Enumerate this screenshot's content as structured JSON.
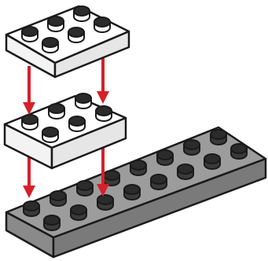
{
  "diagram": {
    "description_visible_text": "",
    "pieces": [
      {
        "name": "white-plate-2x3-top",
        "color": "white",
        "studs_rows": 2,
        "studs_cols": 3
      },
      {
        "name": "white-plate-2x3-middle",
        "color": "white",
        "studs_rows": 2,
        "studs_cols": 3
      },
      {
        "name": "gray-plate-2x8-base",
        "color": "gray",
        "studs_rows": 2,
        "studs_cols": 8
      }
    ],
    "arrows": [
      {
        "name": "arrow-top-left",
        "from": "white-plate-2x3-top",
        "to": "white-plate-2x3-middle"
      },
      {
        "name": "arrow-top-right",
        "from": "white-plate-2x3-top",
        "to": "white-plate-2x3-middle"
      },
      {
        "name": "arrow-bottom-left",
        "from": "white-plate-2x3-middle",
        "to": "gray-plate-2x8-base"
      },
      {
        "name": "arrow-bottom-right",
        "from": "white-plate-2x3-middle",
        "to": "gray-plate-2x8-base"
      }
    ],
    "colors": {
      "background": "#ffffff",
      "outline": "#1a1a1a",
      "white_top": "#ffffff",
      "white_side": "#e6e6e6",
      "white_front": "#f3f3f3",
      "gray_top": "#9c9c9c",
      "gray_side": "#7a7a7a",
      "gray_front": "#8a8a8a",
      "stud_dark_top": "#2b2b2b",
      "stud_dark_body": "#3a3a3a",
      "arrow": "#d6202a"
    }
  }
}
